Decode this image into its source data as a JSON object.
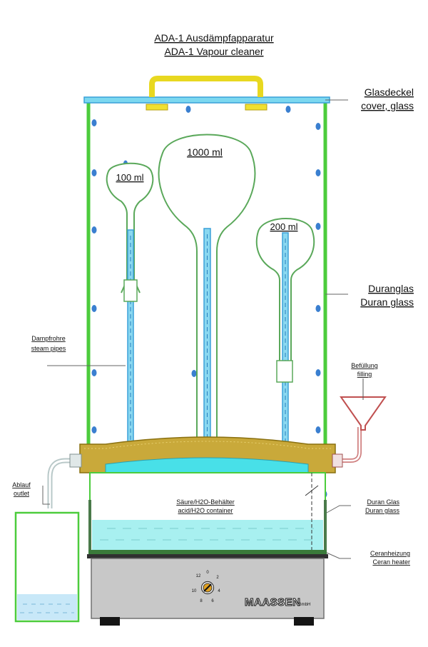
{
  "title": {
    "line1": "ADA-1 Ausdämpfapparatur",
    "line2": "ADA-1 Vapour cleaner"
  },
  "labels": {
    "cover_de": "Glasdeckel",
    "cover_en": "cover, glass",
    "flask_100": "100 ml",
    "flask_1000": "1000 ml",
    "flask_200": "200 ml",
    "duran_de": "Duranglas",
    "duran_en": "Duran glass",
    "steam_de": "Dampfrohre",
    "steam_en": "steam pipes",
    "fill_de": "Befüllung",
    "fill_en": "filling",
    "outlet_de": "Ablauf",
    "outlet_en": "outlet",
    "container_de": "Säure/H2O-Behälter",
    "container_en": "acid/H2O container",
    "duranglas_de": "Duran Glas",
    "duranglas_en": "Duran glass",
    "heater_de": "Ceranheizung",
    "heater_en": "Ceran heater",
    "brand": "MAASSEN",
    "brand_suffix": "GmbH"
  },
  "dial": {
    "marks": [
      "12",
      "0",
      "2",
      "4",
      "6",
      "8",
      "10"
    ]
  },
  "colors": {
    "frame_green": "#4ccc3c",
    "glass_outline": "#5aa85a",
    "water_cyan": "#48e0e8",
    "pipe_blue": "#3aa0d8",
    "gold": "#c9a93a",
    "handle_yellow": "#f0e030",
    "heater_gray": "#c8c8c8",
    "funnel_red": "#c05050"
  }
}
